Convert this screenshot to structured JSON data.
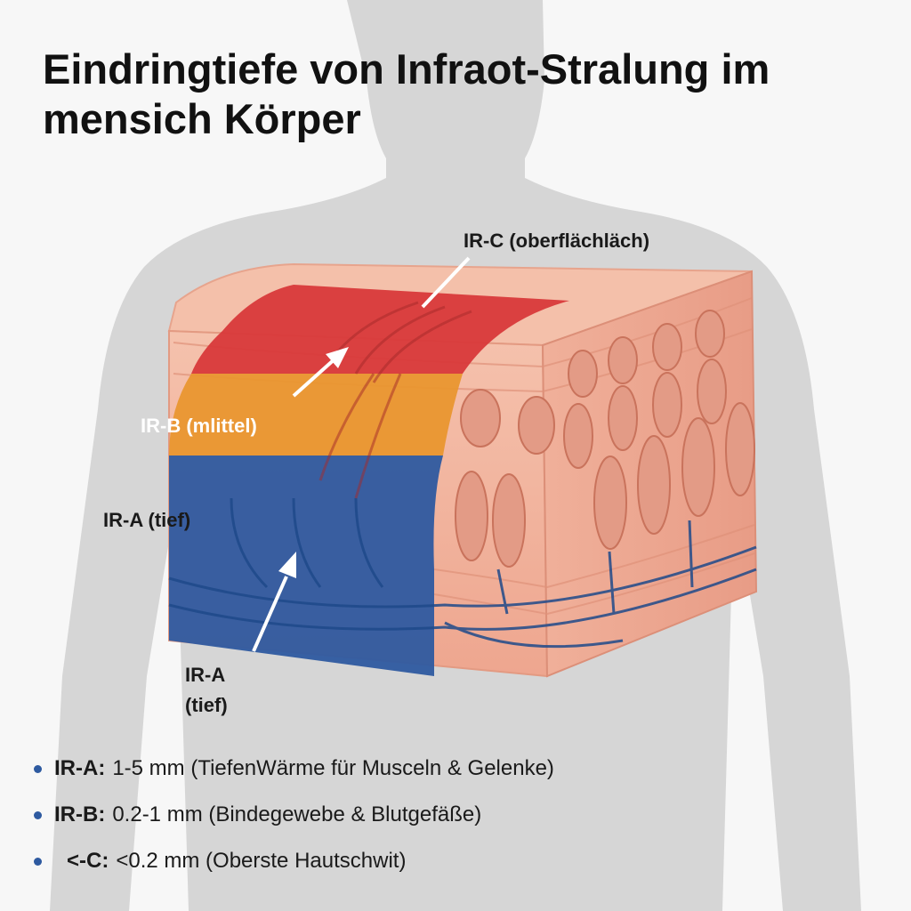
{
  "title": "Eindringtiefe von Infraot-Stralung im mensich Körper",
  "labels": {
    "ir_c": "IR-C (oberflächläch)",
    "ir_b": "IR-B (mlittel)",
    "ir_a_side": "IR-A (tief)",
    "ir_a_bottom_line1": "IR-A",
    "ir_a_bottom_line2": "(tief)"
  },
  "legend": [
    {
      "key": "IR-A:",
      "text": "1-5 mm (TiefenWärme für Musceln & Gelenke)"
    },
    {
      "key": "IR-B:",
      "text": "0.2-1 mm (Bindegewebe & Blutgefäße)"
    },
    {
      "key": "<-C:",
      "text": "<0.2 mm (Oberste Hautschwit)"
    }
  ],
  "colors": {
    "ir_c": "#d8393a",
    "ir_b": "#e9962f",
    "ir_a": "#2e5aa0",
    "skin": "#f2b9a3",
    "silhouette": "#d4d4d4"
  }
}
